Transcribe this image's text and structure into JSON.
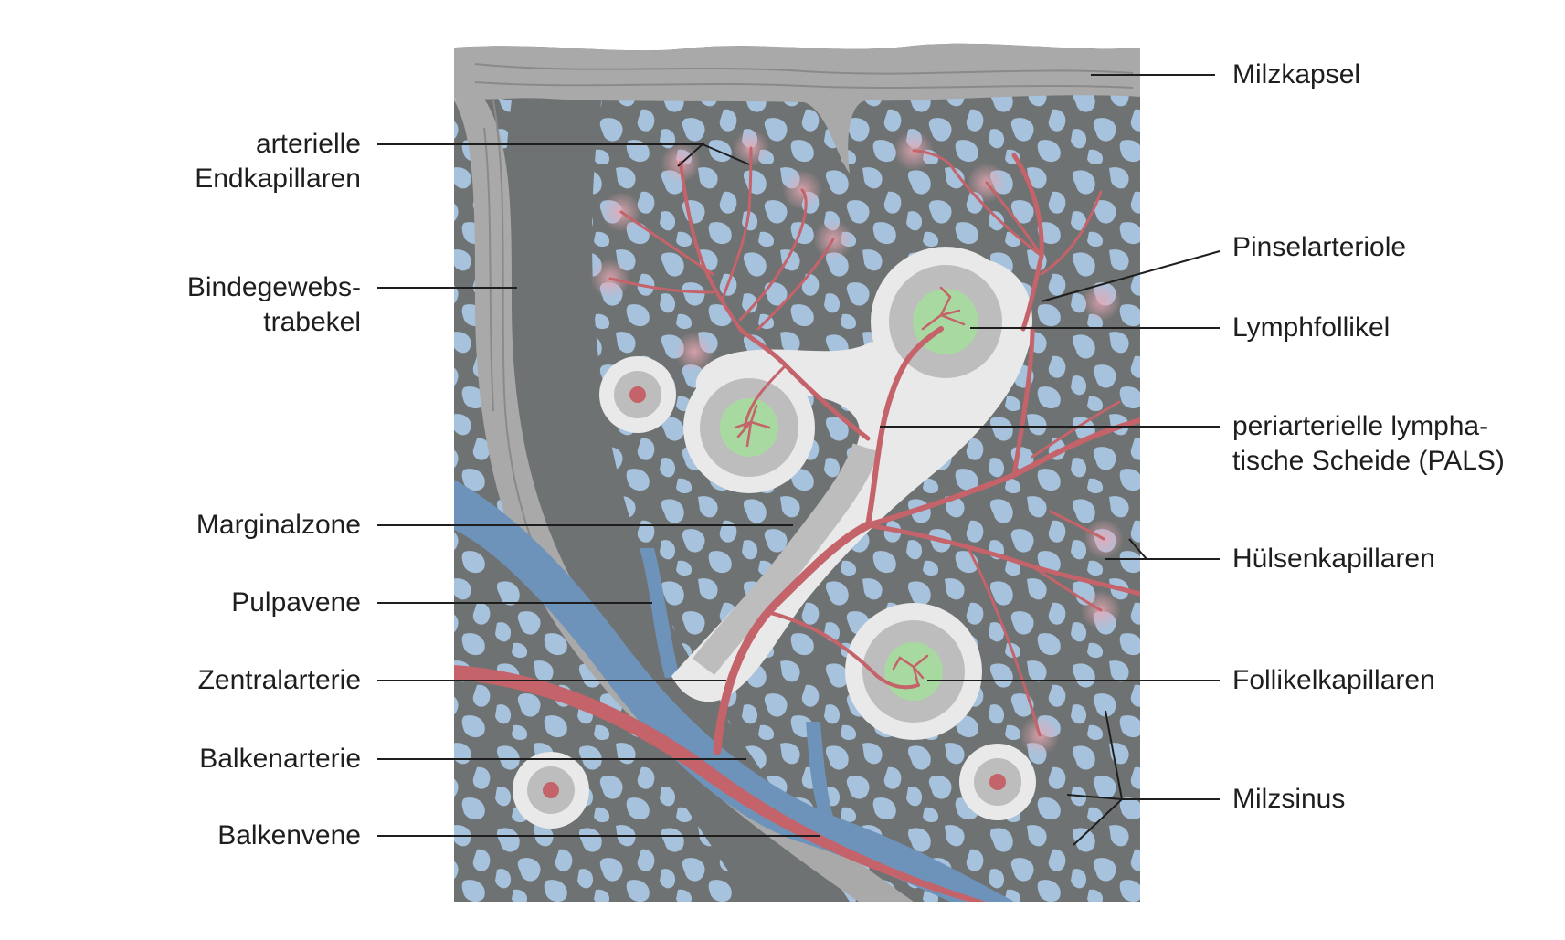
{
  "figure": {
    "colors": {
      "sinus": "#a7c2dc",
      "pulp": "#6f7272",
      "capsule": "#a9a9a9",
      "pals_light": "#e9e9e9",
      "pals_mid": "#bdbdbd",
      "follicle_center": "#a8d9a0",
      "artery": "#c46369",
      "vein": "#6e93bb",
      "capillary_glow": "#e7a8b4",
      "leader_line": "#1e1e1e"
    },
    "labels_left": [
      {
        "key": "arterielle-endkapillaren",
        "text": "arterielle\nEndkapillaren"
      },
      {
        "key": "bindegewebstrabekel",
        "text": "Bindegewebs-\ntrabekel"
      },
      {
        "key": "marginalzone",
        "text": "Marginalzone"
      },
      {
        "key": "pulpavene",
        "text": "Pulpavene"
      },
      {
        "key": "zentralarterie",
        "text": "Zentralarterie"
      },
      {
        "key": "balkenarterie",
        "text": "Balkenarterie"
      },
      {
        "key": "balkenvene",
        "text": "Balkenvene"
      }
    ],
    "labels_right": [
      {
        "key": "milzkapsel",
        "text": "Milzkapsel"
      },
      {
        "key": "pinselarteriole",
        "text": "Pinselarteriole"
      },
      {
        "key": "lymphfollikel",
        "text": "Lymphfollikel"
      },
      {
        "key": "pals",
        "text": "periarterielle lympha-\ntische Scheide (PALS)"
      },
      {
        "key": "huelsenkapillaren",
        "text": "Hülsenkapillaren"
      },
      {
        "key": "follikelkapillaren",
        "text": "Follikelkapillaren"
      },
      {
        "key": "milzsinus",
        "text": "Milzsinus"
      }
    ]
  }
}
